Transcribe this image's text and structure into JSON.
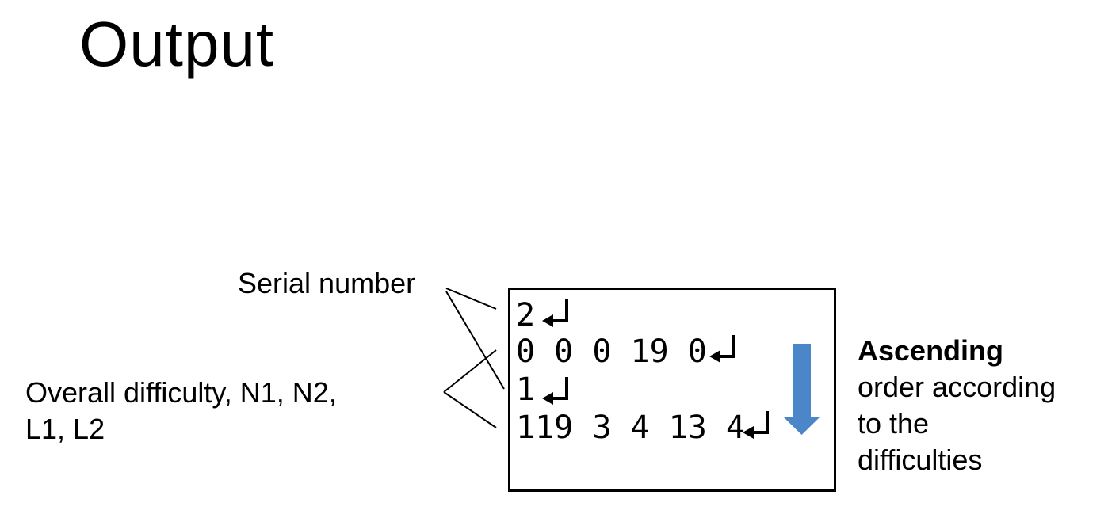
{
  "title": "Output",
  "labels": {
    "serial_number": "Serial  number",
    "difficulty_line1": "Overall difficulty, N1, N2,",
    "difficulty_line2": "L1, L2"
  },
  "output_lines": [
    "2",
    "0 0 0 19 0",
    "1",
    "119 3 4 13 4"
  ],
  "note": {
    "bold": "Ascending",
    "lines": [
      "order according",
      "to the",
      "difficulties"
    ]
  },
  "colors": {
    "arrow": "#4a86c8"
  }
}
